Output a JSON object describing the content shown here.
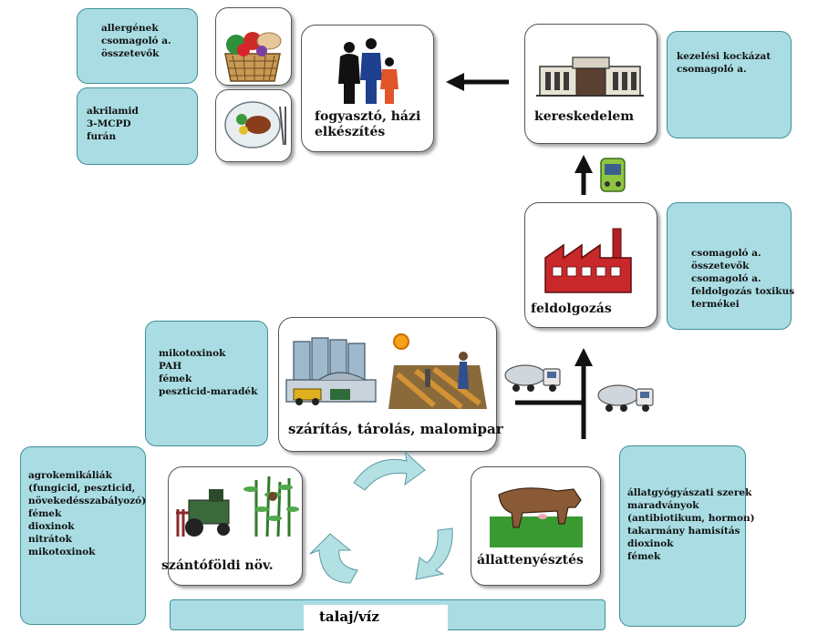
{
  "nodes": {
    "consumer": "fogyasztó, házi\nelkészítés",
    "retail": "kereskedelem",
    "processing": "feldolgozás",
    "drying": "szárítás, tárolás, malomipar",
    "crop": "szántóföldi növ.",
    "livestock": "állattenyésztés",
    "soil": "talaj/víz"
  },
  "info": {
    "allergens": "allergének\ncsomagoló a.\nösszetevők",
    "acrylamide": "akrilamid\n3-MCPD\nfurán",
    "retail_risk": "kezelési kockázat\ncsomagoló a.",
    "processing_risk": "csomagoló a.\nösszetevők\ncsomagoló a.\nfeldolgozás toxikus\ntermékei",
    "drying_risk": "mikotoxinok\nPAH\nfémek\npeszticid-maradék",
    "crop_risk": "agrokemikáliák\n(fungicid, peszticid,\nnövekedésszabályozó)\nfémek\ndioxinok\nnitrátok\nmikotoxinok",
    "livestock_risk": "állatgyógyászati szerek\nmaradványok\n(antibiotikum, hormon)\ntakarmány hamisítás\ndioxinok\nfémek"
  },
  "icons": [
    "basket-icon",
    "food-plate-icon",
    "family-icon",
    "store-icon",
    "train-icon",
    "factory-icon",
    "truck-icon",
    "silo-icon",
    "harvest-icon",
    "tractor-icon",
    "cow-icon"
  ],
  "colors": {
    "info_fill": "#a9dde3",
    "info_border": "#3f8f97",
    "cycle_arrow": "#b2e0e3",
    "soil_bar": "#a9dde3"
  }
}
